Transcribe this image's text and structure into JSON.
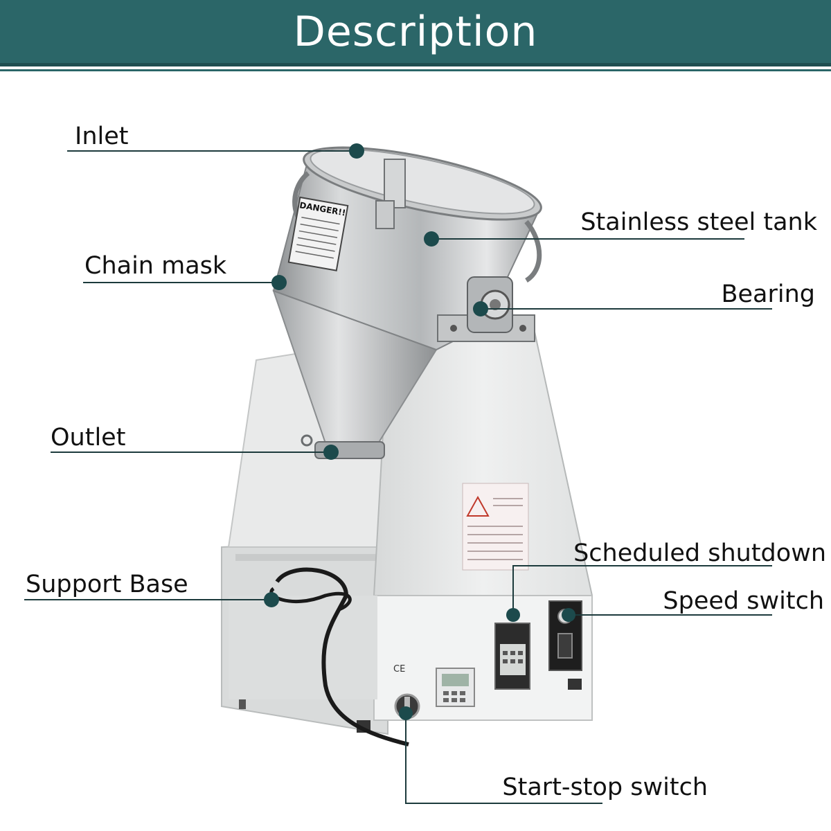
{
  "title": "Description",
  "colors": {
    "header": "#2b6668",
    "dot": "#1c4a4c",
    "line": "#1c3a3c"
  },
  "labels": {
    "inlet": "Inlet",
    "chain_mask": "Chain mask",
    "outlet": "Outlet",
    "support_base": "Support Base",
    "stainless_steel_tank": "Stainless steel tank",
    "bearing": "Bearing",
    "scheduled_shutdown": "Scheduled shutdown",
    "speed_switch": "Speed switch",
    "start_stop_switch": "Start-stop switch"
  },
  "machine": {
    "warning_sticker": "DANGER!!",
    "ce_mark": "CE"
  }
}
